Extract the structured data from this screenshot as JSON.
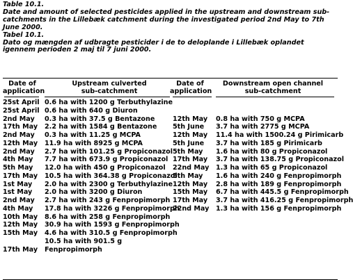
{
  "caption": {
    "en_label": "Table 10.1.",
    "en_text": "Date and amount of selected pesticides applied in the upstream and downstream sub-catchments in the Lillebæk catchment during the investigated period 2nd May to 7th June 2000.",
    "da_label": "Tabel 10.1.",
    "da_text": "Dato og mængden af udbragte pesticider i de to deloplande i Lillebæk oplandet igennem perioden 2 maj til 7 juni 2000."
  },
  "headers": {
    "up_date_1": "Date of",
    "up_date_2": "application",
    "up_title_1": "Upstream culverted",
    "up_title_2": "sub-catchment",
    "down_date_1": "Date of",
    "down_date_2": "application",
    "down_title_1": "Downstream open channel",
    "down_title_2": "sub-catchment"
  },
  "upstream_rows": [
    {
      "date": "25st April",
      "text": "0.6 ha with 1200 g Terbuthylazine"
    },
    {
      "date": "25st April",
      "text": "0.6 ha with 640 g Diuron"
    },
    {
      "date": "2nd May",
      "text": "0.3 ha with 37.5 g Bentazone"
    },
    {
      "date": "17th May",
      "text": "2.2 ha with 1584 g Bentazone"
    },
    {
      "date": "2nd May",
      "text": "0.3 ha with 11.25 g MCPA"
    },
    {
      "date": "12th May",
      "text": "11.9 ha with 8925 g MCPA"
    },
    {
      "date": "2nd May",
      "text": "2.7 ha with 101.25 g Propiconazol"
    },
    {
      "date": "4th May",
      "text": "7.7 ha with 673.9 g Propiconazol"
    },
    {
      "date": "5th May",
      "text": "12.0 ha with 450 g Propiconazol"
    },
    {
      "date": "17th May",
      "text": "10.5 ha with 364.38 g Propiconazol"
    },
    {
      "date": "1st May",
      "text": "2.0 ha with 2300 g Terbuthylazine"
    },
    {
      "date": "1st May",
      "text": "2.0 ha with 3200 g Diuron"
    },
    {
      "date": "2nd May",
      "text": "2.7 ha with 243 g Fenpropimorph"
    },
    {
      "date": "4th May",
      "text": "17.8 ha with 3226 g Fenpropimorph"
    },
    {
      "date": "10th May",
      "text": "8.6 ha with 258 g Fenpropimorph"
    },
    {
      "date": "12th May",
      "text": "30.9 ha with 1593 g Fenpropimorph"
    },
    {
      "date": "15th May",
      "text": "4.6 ha with 310.5 g Fenpropimorph"
    },
    {
      "date": "",
      "text": "10.5 ha with 901.5 g"
    },
    {
      "date": "17th May",
      "text": "Fenpropimorph"
    }
  ],
  "downstream_rows": [
    {
      "date": "",
      "text": ""
    },
    {
      "date": "",
      "text": ""
    },
    {
      "date": "12th May",
      "text": "0.8 ha with 750 g MCPA"
    },
    {
      "date": "5th June",
      "text": "3.7 ha with 2775 g MCPA"
    },
    {
      "date": "12th May",
      "text": "11.4 ha with 1500.24 g Pirimicarb"
    },
    {
      "date": "5th June",
      "text": "3.7 ha with 185 g Pirimicarb"
    },
    {
      "date": "5th May",
      "text": "1.6 ha with 80 g Propiconazol"
    },
    {
      "date": "17th May",
      "text": "3.7 ha with 138.75 g Propiconazol"
    },
    {
      "date": "22nd May",
      "text": "1.3 ha with 65 g Propiconazol"
    },
    {
      "date": "5th May",
      "text": "1.6 ha with 240 g Fenpropimorph"
    },
    {
      "date": "12th May",
      "text": "2.8 ha with 189 g Fenpropimorph"
    },
    {
      "date": "15th May",
      "text": "6.7 ha with 445.5 g Fenpropimorph"
    },
    {
      "date": "17th May",
      "text": "3.7 ha with 416.25 g Fenpropimorph"
    },
    {
      "date": "22nd May",
      "text": "1.3 ha with 156 g Fenpropimorph"
    }
  ]
}
